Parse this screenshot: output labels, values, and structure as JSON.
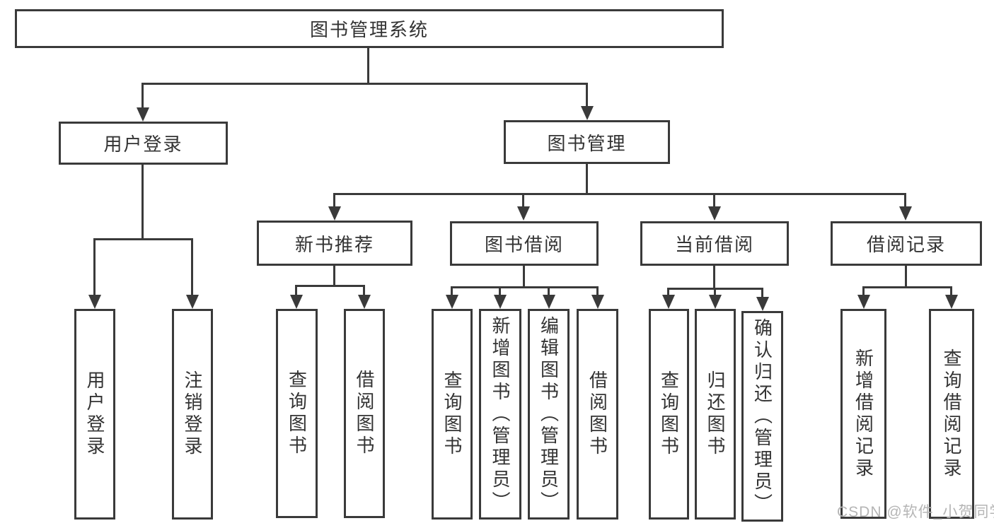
{
  "diagram": {
    "root": {
      "label": "图书管理系统"
    },
    "level2": [
      {
        "label": "用户登录",
        "children": [
          {
            "label": "用户登录"
          },
          {
            "label": "注销登录"
          }
        ]
      },
      {
        "label": "图书管理",
        "children": [
          {
            "label": "新书推荐",
            "children": [
              {
                "label": "查询图书"
              },
              {
                "label": "借阅图书"
              }
            ]
          },
          {
            "label": "图书借阅",
            "children": [
              {
                "label": "查询图书"
              },
              {
                "label": "新增图书（管理员）"
              },
              {
                "label": "编辑图书（管理员）"
              },
              {
                "label": "借阅图书"
              }
            ]
          },
          {
            "label": "当前借阅",
            "children": [
              {
                "label": "查询图书"
              },
              {
                "label": "归还图书"
              },
              {
                "label": "确认归还（管理员）"
              }
            ]
          },
          {
            "label": "借阅记录",
            "children": [
              {
                "label": "新增借阅记录"
              },
              {
                "label": "查询借阅记录"
              }
            ]
          }
        ]
      }
    ]
  },
  "watermark": {
    "text": "CSDN @软件_小贺同学"
  },
  "colors": {
    "line": "#3a3a3a",
    "text": "#333333",
    "box_background": "#ffffff",
    "page_background": "#ffffff",
    "watermark": "#b5b5b5"
  }
}
